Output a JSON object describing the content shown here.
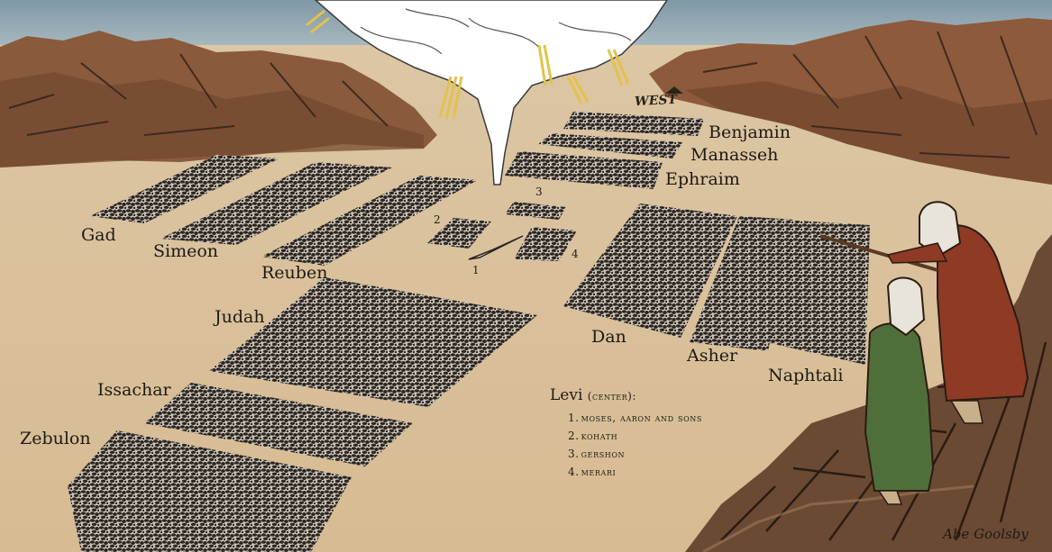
{
  "direction_marker": {
    "label": "WEST"
  },
  "tribes": {
    "gad": "Gad",
    "simeon": "Simeon",
    "reuben": "Reuben",
    "judah": "Judah",
    "issachar": "Issachar",
    "zebulon": "Zebulon",
    "benjamin": "Benjamin",
    "manasseh": "Manasseh",
    "ephraim": "Ephraim",
    "dan": "Dan",
    "asher": "Asher",
    "naphtali": "Naphtali"
  },
  "levite_markers": {
    "m1": "1",
    "m2": "2",
    "m3": "3",
    "m4": "4"
  },
  "legend": {
    "title": "Levi",
    "subtitle": "(center):",
    "items": [
      {
        "num": "1.",
        "text": "moses, aaron and sons"
      },
      {
        "num": "2.",
        "text": "kohath"
      },
      {
        "num": "3.",
        "text": "gershon"
      },
      {
        "num": "4.",
        "text": "merari"
      }
    ]
  },
  "signature": "Abe Goolsby",
  "colors": {
    "sky": "#8fa6b2",
    "ground": "#d9c09a",
    "mountains": "#8a5a3c",
    "camp_blocks": "#2b2622",
    "cloud": "#ffffff",
    "cloud_rays": "#e3c24a",
    "robe_red": "#8e3a24",
    "robe_green": "#4f6f3a",
    "rock": "#6b4a34"
  }
}
